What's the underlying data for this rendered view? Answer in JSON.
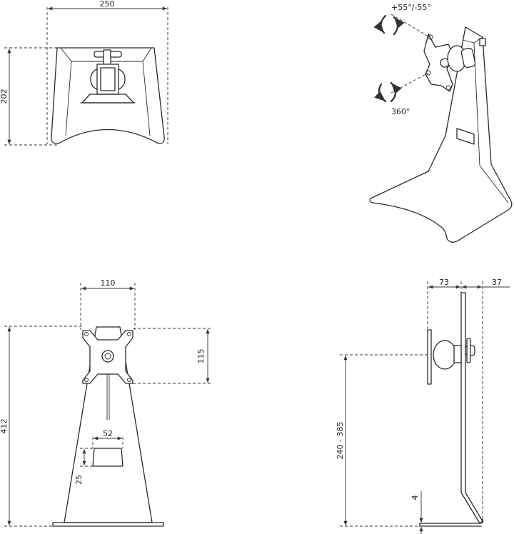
{
  "top_view": {
    "width": "250",
    "depth": "202"
  },
  "iso_view": {
    "tilt": "+55°/-55°",
    "rotate": "360°"
  },
  "front_view": {
    "vesa": "110",
    "plate_height": "115",
    "total_height": "412",
    "slot_width": "52",
    "slot_height": "25"
  },
  "side_view": {
    "plate_offset": "73",
    "back_depth": "37",
    "height_range": "240 - 385",
    "base_thickness": "4"
  }
}
